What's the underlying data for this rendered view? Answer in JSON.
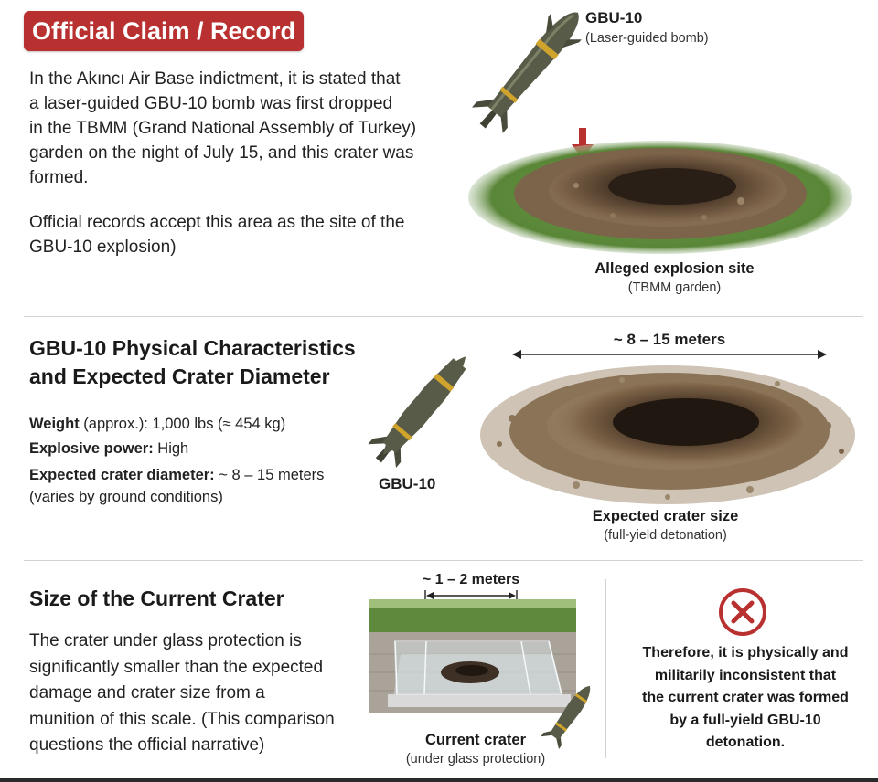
{
  "badge": {
    "label": "Official Claim / Record"
  },
  "claim": {
    "para1_lines": [
      "In the Akıncı Air Base indictment, it is stated that",
      "a laser-guided GBU-10 bomb was first dropped",
      "in the TBMM (Grand National Assembly of Turkey)",
      "garden on the night of July 15, and this crater was",
      "formed."
    ],
    "para2_lines": [
      "Official records accept this area as the site of the",
      "GBU-10 explosion)"
    ],
    "bomb_title": "GBU-10",
    "bomb_subtitle": "(Laser-guided bomb)",
    "site_caption": "Alleged explosion site",
    "site_subcaption": "(TBMM garden)"
  },
  "characteristics": {
    "heading_lines": [
      "GBU-10 Physical Characteristics",
      "and Expected Crater Diameter"
    ],
    "specs": [
      {
        "label": "Weight",
        "rest": " (approx.): 1,000 lbs (≈ 454 kg)"
      },
      {
        "label": "Explosive power:",
        "rest": " High"
      },
      {
        "label": "Expected crater diameter:",
        "rest": " ~ 8 – 15 meters"
      },
      {
        "label": "",
        "rest": "(varies by ground conditions)"
      }
    ],
    "bomb_label": "GBU-10",
    "dimension": "~ 8 – 15 meters",
    "crater_caption": "Expected crater size",
    "crater_subcaption": "(full-yield detonation)"
  },
  "current": {
    "heading": "Size of the Current Crater",
    "para_lines": [
      "The crater under glass protection is",
      "significantly smaller than the expected",
      "damage and crater size from a",
      "munition of this scale. (This comparison",
      "questions the official narrative)"
    ],
    "dimension": "~ 1 – 2 meters",
    "caption": "Current crater",
    "subcaption": "(under glass protection)",
    "conclusion_lines": [
      "Therefore, it is physically and",
      "militarily inconsistent that",
      "the current crater was formed",
      "by a full-yield GBU-10",
      "detonation."
    ]
  },
  "colors": {
    "accent": "#b8302f",
    "bomb_body": "#585b47",
    "bomb_band": "#d0a32c",
    "grass": "#5f8a3e",
    "soil": "#5b4331"
  },
  "icons": [
    "bomb-icon",
    "down-arrow-icon",
    "x-circle-icon"
  ]
}
